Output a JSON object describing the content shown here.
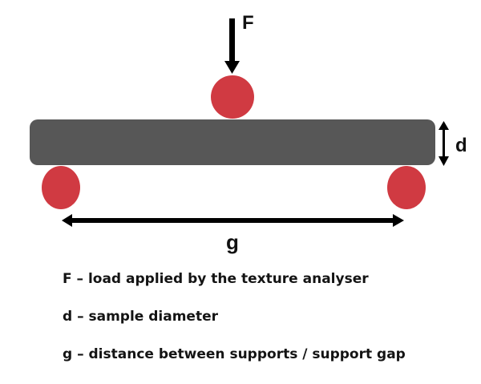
{
  "diagram": {
    "title": "Three-point bend test setup",
    "labels": {
      "force": "F",
      "diameter": "d",
      "gap": "g"
    },
    "colors": {
      "sample": "#575757",
      "rollers": "#d03a42",
      "arrows": "#000000",
      "text": "#141414"
    }
  },
  "legend": [
    {
      "symbol": "F",
      "text": "F – load applied by the texture analyser"
    },
    {
      "symbol": "d",
      "text": "d – sample diameter"
    },
    {
      "symbol": "g",
      "text": "g – distance between supports / support gap"
    }
  ]
}
